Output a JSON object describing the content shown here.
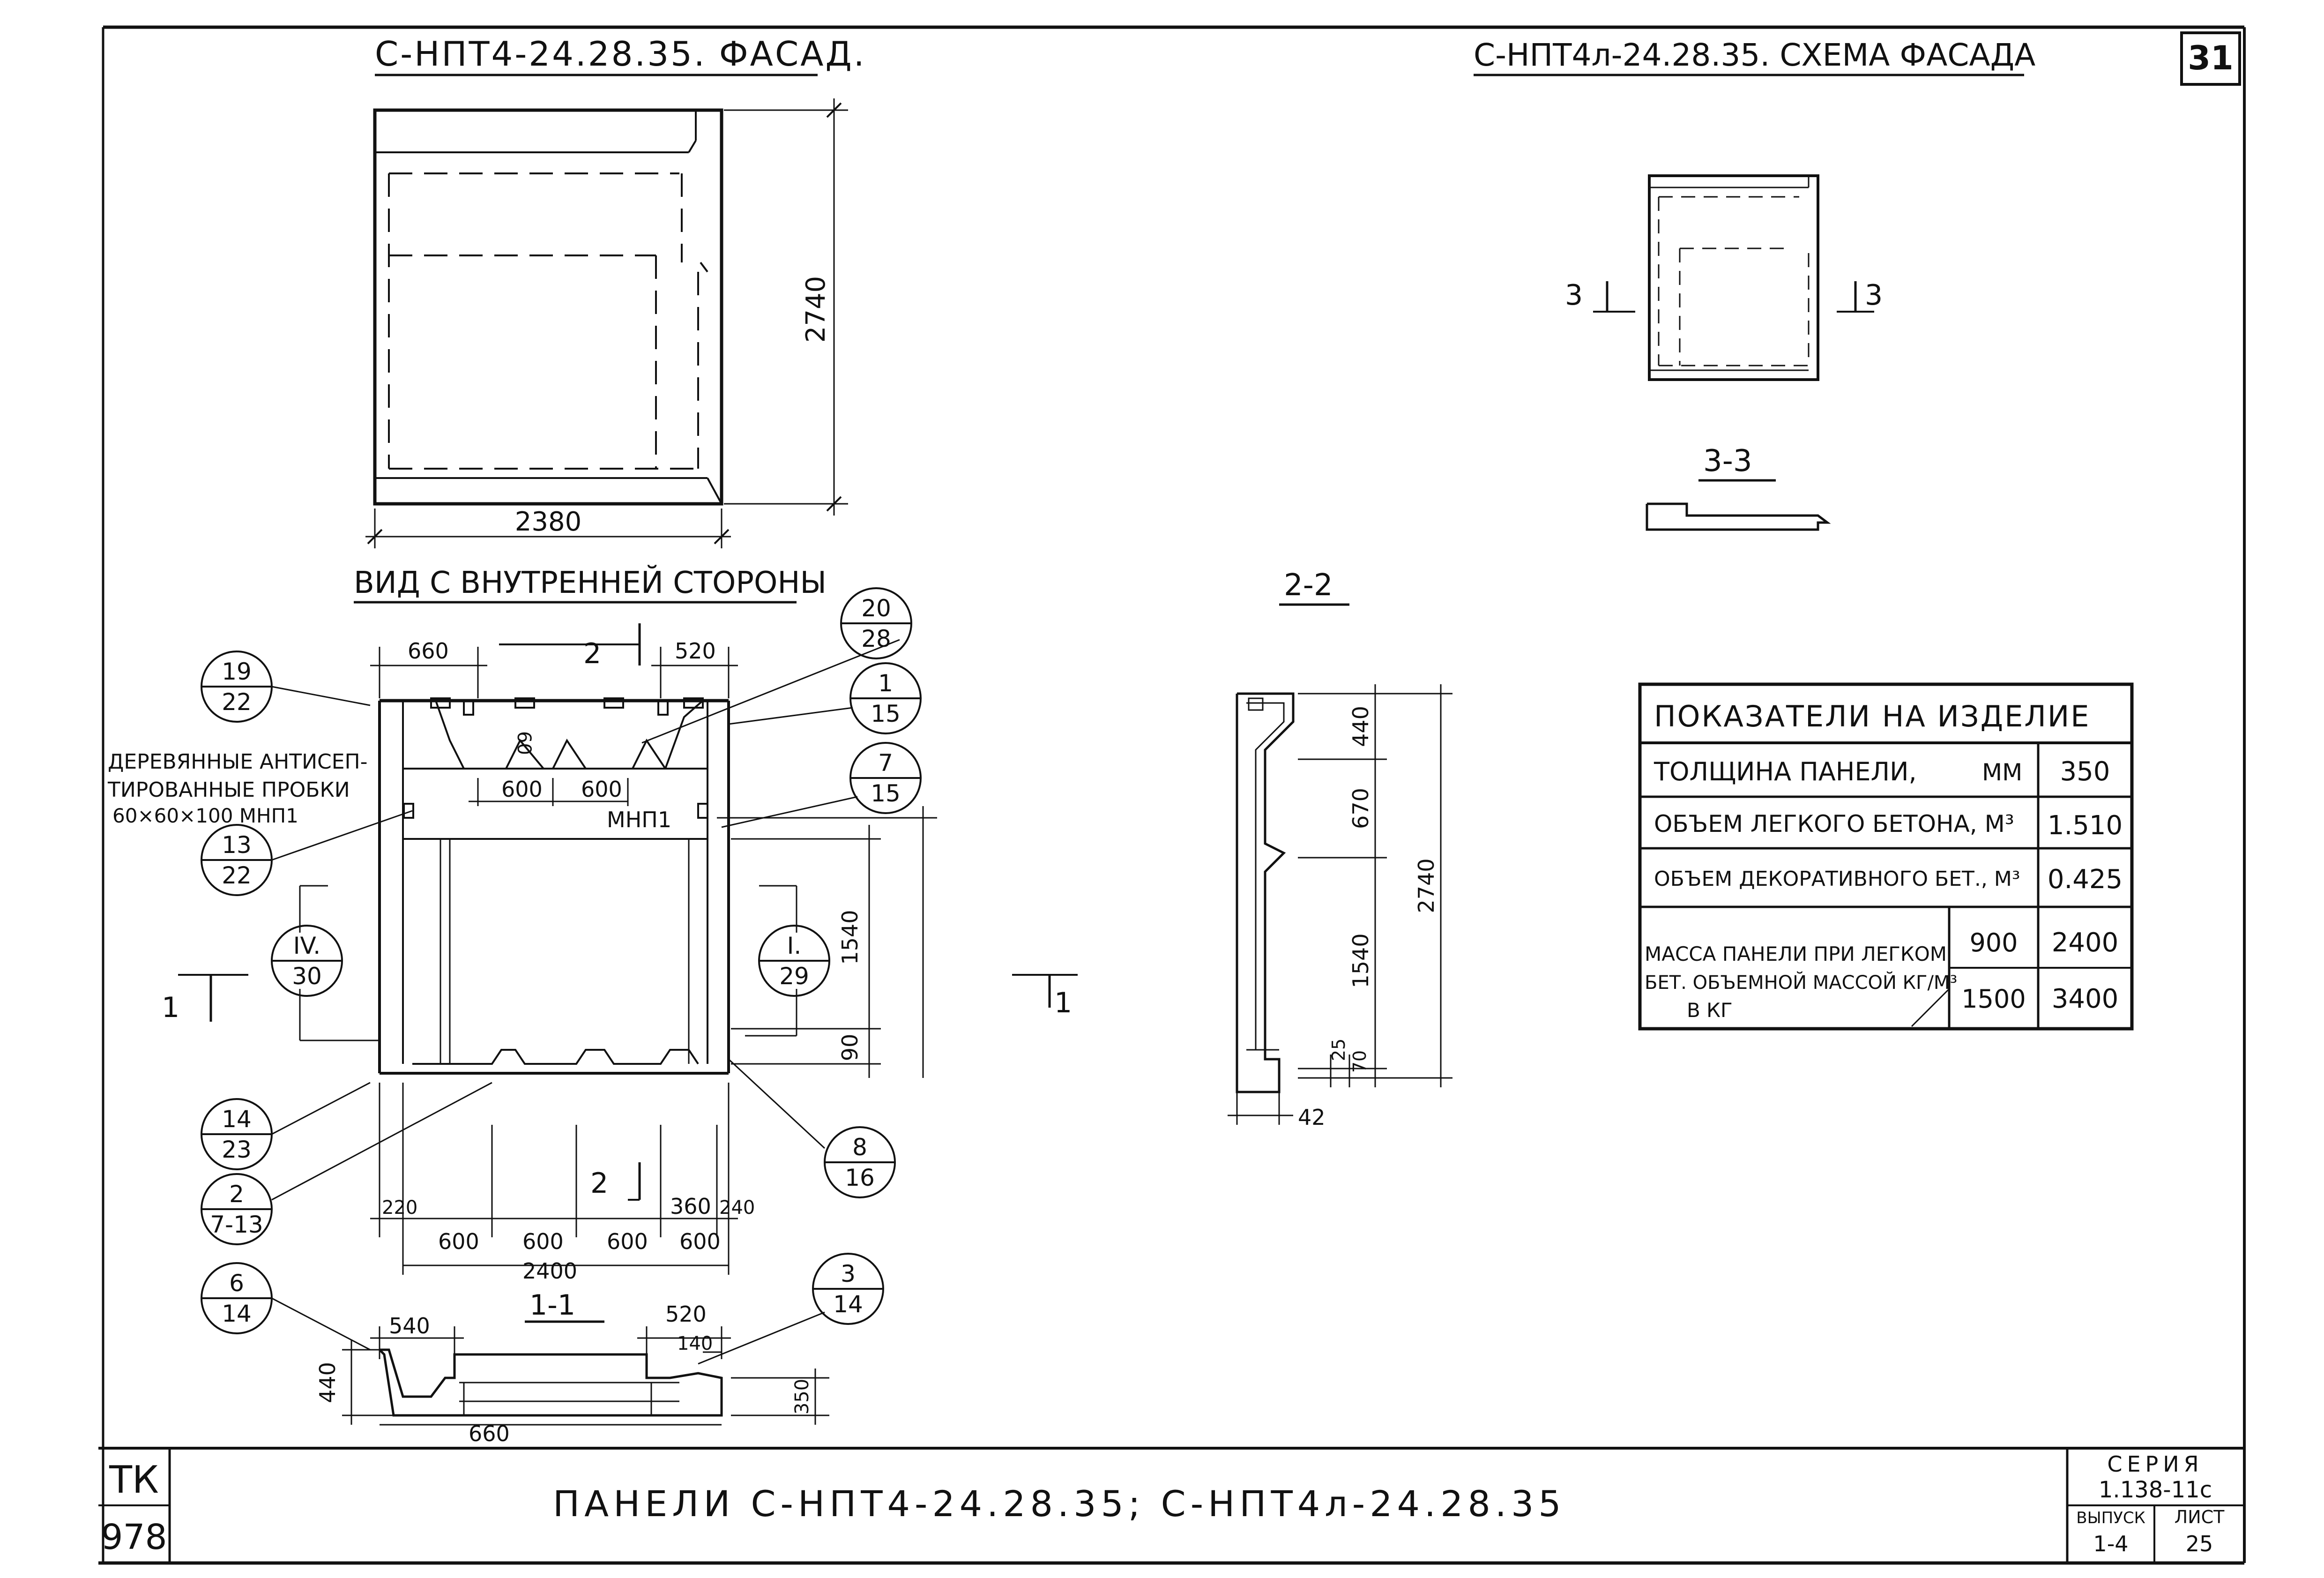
{
  "sheet": {
    "sheet_number": "31",
    "title_left": "С-НПТ4-24.28.35. ФАСАД.",
    "title_right": "С-НПТ4л-24.28.35. СХЕМА ФАСАДА",
    "inner_view_title": "ВИД С ВНУТРЕННЕЙ СТОРОНЫ",
    "stamp_tk": "ТК",
    "stamp_number": "978",
    "bottom_title": "ПАНЕЛИ С-НПТ4-24.28.35; С-НПТ4л-24.28.35",
    "series_label": "СЕРИЯ",
    "series_value": "1.138-11с",
    "issue_label": "ВЫПУСК",
    "issue_value": "1-4",
    "list_label": "ЛИСТ",
    "list_value": "25"
  },
  "facade": {
    "height_dim": "2740",
    "width_dim": "2380"
  },
  "inner_view": {
    "dims_top": [
      "660",
      "520"
    ],
    "dim_60": "60",
    "dims_600": [
      "600",
      "600"
    ],
    "mnp_label": "МНП1",
    "plugs_note_line1": "ДЕРЕВЯННЫЕ АНТИСЕП-",
    "plugs_note_line2": "ТИРОВАННЫЕ ПРОБКИ",
    "plugs_note_line3": "60×60×100 МНП1",
    "dim_1540": "1540",
    "dim_90": "90",
    "dim_220": "220",
    "dim_360": "360",
    "dim_240": "240",
    "dims_bottom": [
      "600",
      "600",
      "600",
      "600"
    ],
    "dim_total": "2400",
    "section_mark_1": "1",
    "section_mark_2": "2"
  },
  "callouts": [
    {
      "top": "19",
      "bottom": "22"
    },
    {
      "top": "20",
      "bottom": "28"
    },
    {
      "top": "1",
      "bottom": "15"
    },
    {
      "top": "7",
      "bottom": "15"
    },
    {
      "top": "13",
      "bottom": "22"
    },
    {
      "top": "IV.",
      "bottom": "30"
    },
    {
      "top": "I.",
      "bottom": "29"
    },
    {
      "top": "14",
      "bottom": "23"
    },
    {
      "top": "2",
      "bottom": "7-13"
    },
    {
      "top": "8",
      "bottom": "16"
    },
    {
      "top": "6",
      "bottom": "14"
    },
    {
      "top": "3",
      "bottom": "14"
    }
  ],
  "section_1_1": {
    "title": "1-1",
    "dim_540": "540",
    "dim_520": "520",
    "dim_140": "140",
    "dim_440": "440",
    "dim_350": "350",
    "dim_660": "660"
  },
  "section_2_2": {
    "title": "2-2",
    "dim_440": "440",
    "dim_670": "670",
    "dim_1540": "1540",
    "dim_2740": "2740",
    "dim_25": "25",
    "dim_70": "70",
    "dim_42": "42"
  },
  "scheme": {
    "mark_3": "3",
    "section_title": "3-3"
  },
  "indicators_table": {
    "title": "ПОКАЗАТЕЛИ НА ИЗДЕЛИЕ",
    "rows": [
      {
        "label": "ТОЛЩИНА ПАНЕЛИ,",
        "unit": "ММ",
        "value": "350"
      },
      {
        "label": "ОБЪЕМ ЛЕГКОГО БЕТОНА, М³",
        "value": "1.510"
      },
      {
        "label": "ОБЪЕМ ДЕКОРАТИВНОГО БЕТ., М³",
        "value": "0.425"
      }
    ],
    "mass_label_line1": "МАССА ПАНЕЛИ ПРИ ЛЕГКОМ",
    "mass_label_line2": "БЕТ. ОБЪЕМНОЙ МАССОЙ КГ/М³",
    "mass_label_line3": "В КГ",
    "mass_rows": [
      {
        "density": "900",
        "mass": "2400"
      },
      {
        "density": "1500",
        "mass": "3400"
      }
    ]
  }
}
